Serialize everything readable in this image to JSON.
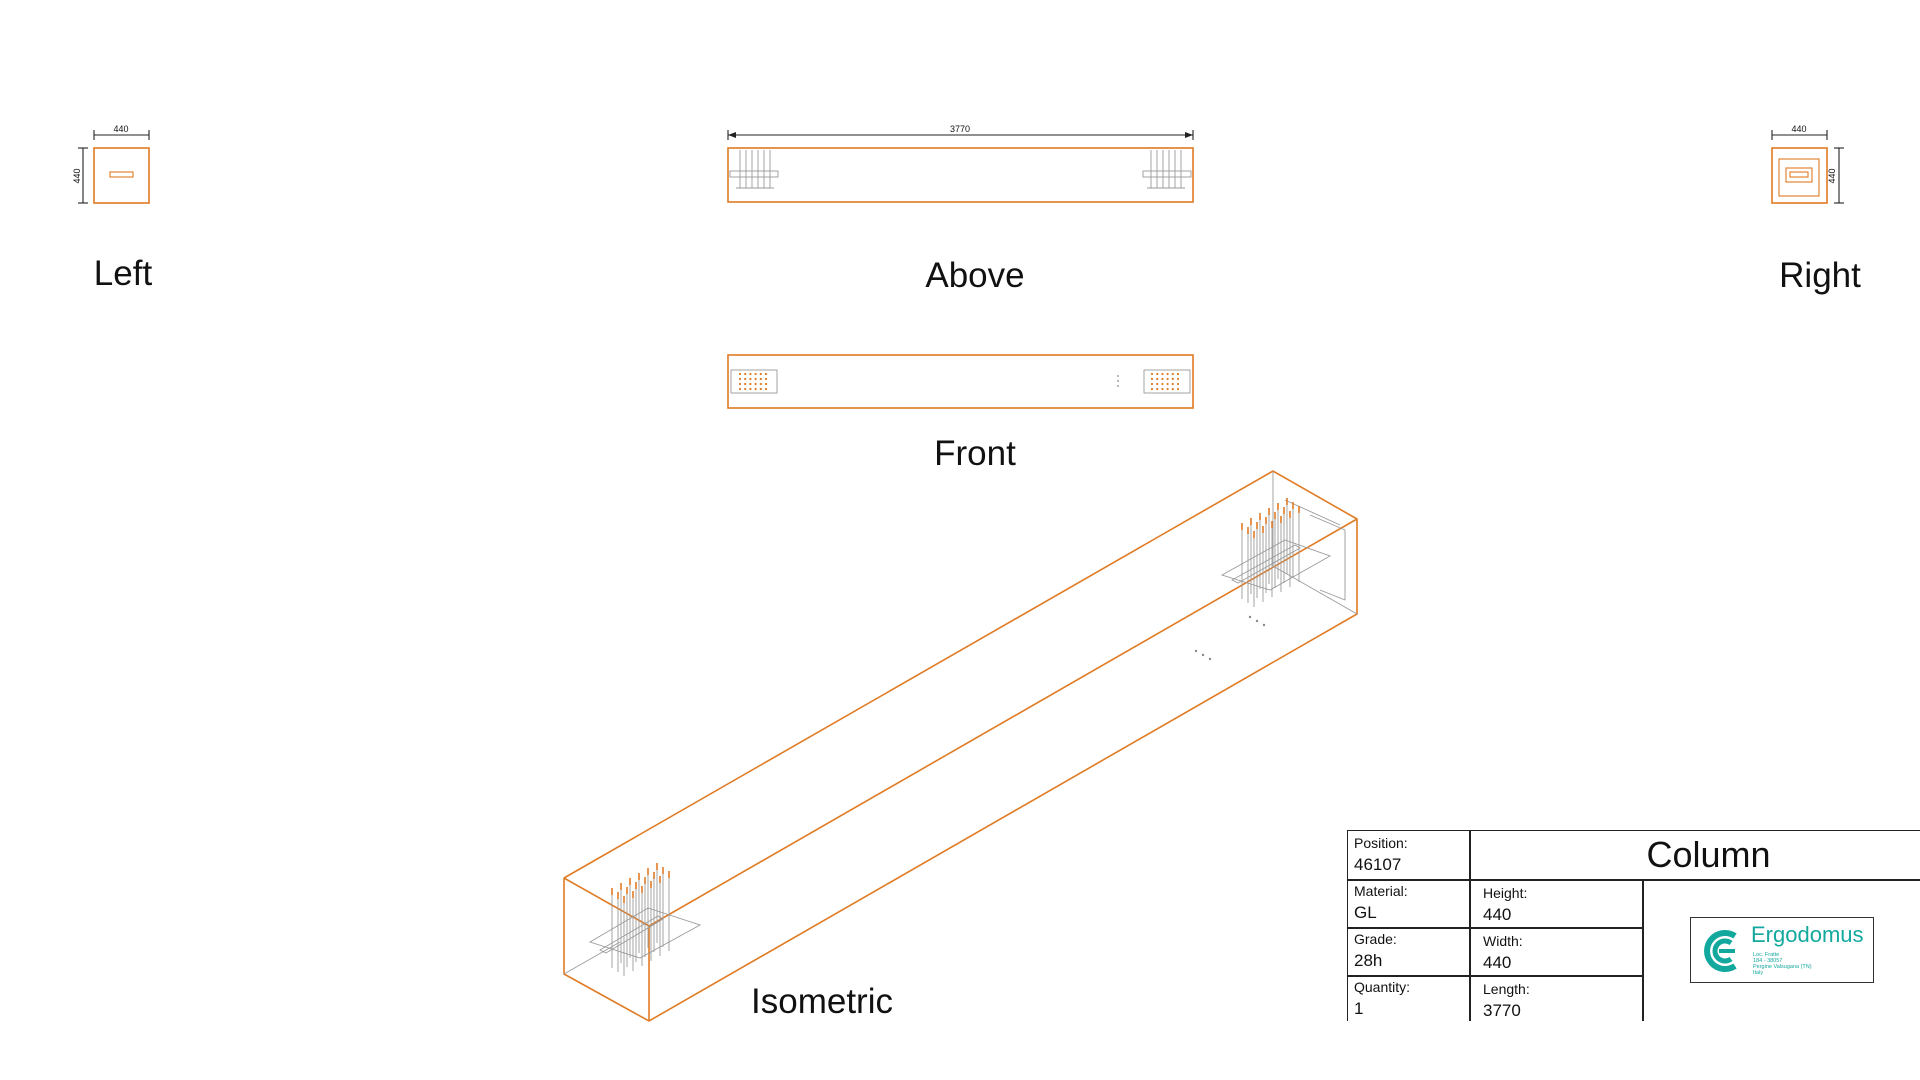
{
  "views": {
    "left": {
      "label": "Left",
      "dim_width": "440",
      "dim_height": "440"
    },
    "above": {
      "label": "Above",
      "dim_length": "3770"
    },
    "right": {
      "label": "Right",
      "dim_width": "440",
      "dim_height": "440"
    },
    "front": {
      "label": "Front"
    },
    "isometric": {
      "label": "Isometric"
    }
  },
  "colors": {
    "outline": "#e07b24",
    "hidden": "#9a9a9a",
    "logo": "#13a89e"
  },
  "title_block": {
    "position_label": "Position:",
    "position_value": "46107",
    "element_name": "Column",
    "material_label": "Material:",
    "material_value": "GL",
    "grade_label": "Grade:",
    "grade_value": "28h",
    "quantity_label": "Quantity:",
    "quantity_value": "1",
    "height_label": "Height:",
    "height_value": "440",
    "width_label": "Width:",
    "width_value": "440",
    "length_label": "Length:",
    "length_value": "3770"
  },
  "logo": {
    "name": "Ergodomus",
    "icon": "ergodomus-logo-icon",
    "address_lines": [
      "Loc. Fratte",
      "184 - 38057",
      "Pergine Valsugana (TN)",
      "Italy"
    ]
  }
}
